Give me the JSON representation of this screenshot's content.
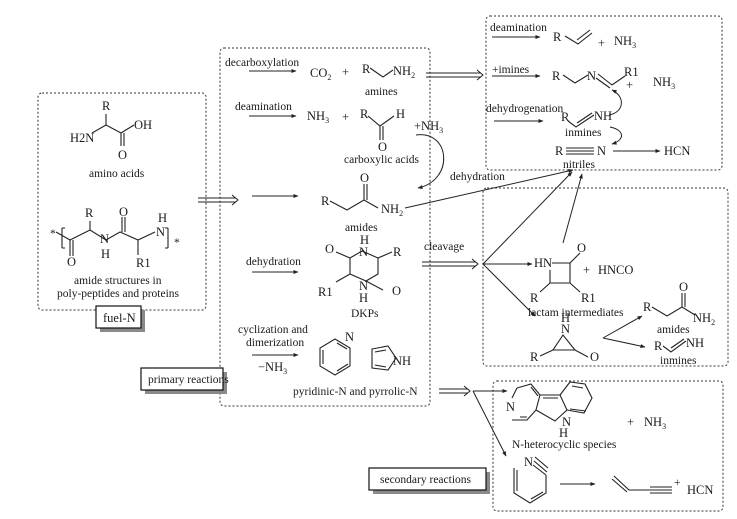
{
  "fuel_box": {
    "amino_acids": {
      "substituent": "R",
      "amine": "H2N",
      "hydroxyl": "OH",
      "carbonyl": "O",
      "caption": "amino acids"
    },
    "amide_structure": {
      "r": "R",
      "r1": "R1",
      "o": "O",
      "nh": "NH",
      "h": "H",
      "n": "N",
      "star": "*",
      "caption_line1": "amide structures in",
      "caption_line2": "poly-peptides and proteins"
    },
    "label": "fuel-N"
  },
  "primary_box": {
    "label": "primary reactions",
    "decarboxylation": {
      "arrow_label": "decarboxylation",
      "co2": "CO",
      "co2_sub": "2",
      "plus": "+",
      "r": "R",
      "nh2": "NH",
      "nh2_sub": "2",
      "caption": "amines"
    },
    "deamination": {
      "arrow_label": "deamination",
      "nh3": "NH",
      "nh3_sub": "3",
      "plus": "+",
      "r": "R",
      "h": "H",
      "o": "O",
      "caption": "carboxylic acids"
    },
    "nh3_addition": "+NH",
    "nh3_addition_sub": "3",
    "amides": {
      "r": "R",
      "o": "O",
      "nh2": "NH",
      "nh2_sub": "2",
      "caption": "amides"
    },
    "dehydration_to_nitriles": "dehydration",
    "dkp": {
      "arrow_label": "dehydration",
      "o1": "O",
      "o2": "O",
      "h1": "H",
      "h2": "H",
      "n1": "N",
      "n2": "N",
      "r": "R",
      "r1": "R1",
      "caption": "DKPs"
    },
    "cleavage": "cleavage",
    "cyclization": {
      "arrow_label_line1": "cyclization and",
      "arrow_label_line2": "dimerization",
      "below": "−NH",
      "below_sub": "3",
      "pyridine_n": "N",
      "pyrrole_nh": "NH",
      "caption": "pyridinic-N and pyrrolic-N"
    }
  },
  "nitrile_box": {
    "deamination": {
      "arrow_label": "deamination",
      "r": "R",
      "plus": "+",
      "nh3": "NH",
      "nh3_sub": "3"
    },
    "imines": {
      "arrow_label": "+imines",
      "r": "R",
      "n": "N",
      "r1": "R1",
      "plus": "+",
      "nh3": "NH",
      "nh3_sub": "3"
    },
    "dehydrogenation": {
      "arrow_label": "dehydrogenation",
      "r": "R",
      "nh": "NH",
      "caption": "inmines"
    },
    "nitriles": {
      "r": "R",
      "n": "N",
      "hcn": "HCN",
      "caption": "nitriles"
    }
  },
  "cleavage_box": {
    "lactam": {
      "hn": "HN",
      "o": "O",
      "r": "R",
      "r1": "R1",
      "plus": "+",
      "hnco": "HNCO",
      "caption": "lactam intermediates"
    },
    "aziridinone": {
      "h": "H",
      "n": "N",
      "r": "R",
      "o": "O"
    },
    "amides": {
      "r": "R",
      "o": "O",
      "nh2": "NH",
      "nh2_sub": "2",
      "caption": "amides"
    },
    "imines": {
      "r": "R",
      "nh": "NH",
      "caption": "inmines"
    }
  },
  "secondary_box": {
    "label": "secondary reactions",
    "heterocycle": {
      "n": "N",
      "nh_n": "N",
      "nh_h": "H",
      "plus": "+",
      "nh3": "NH",
      "nh3_sub": "3",
      "caption": "N-heterocyclic species"
    },
    "ring_open": {
      "n": "N",
      "plus": "+",
      "hcn": "HCN"
    }
  }
}
